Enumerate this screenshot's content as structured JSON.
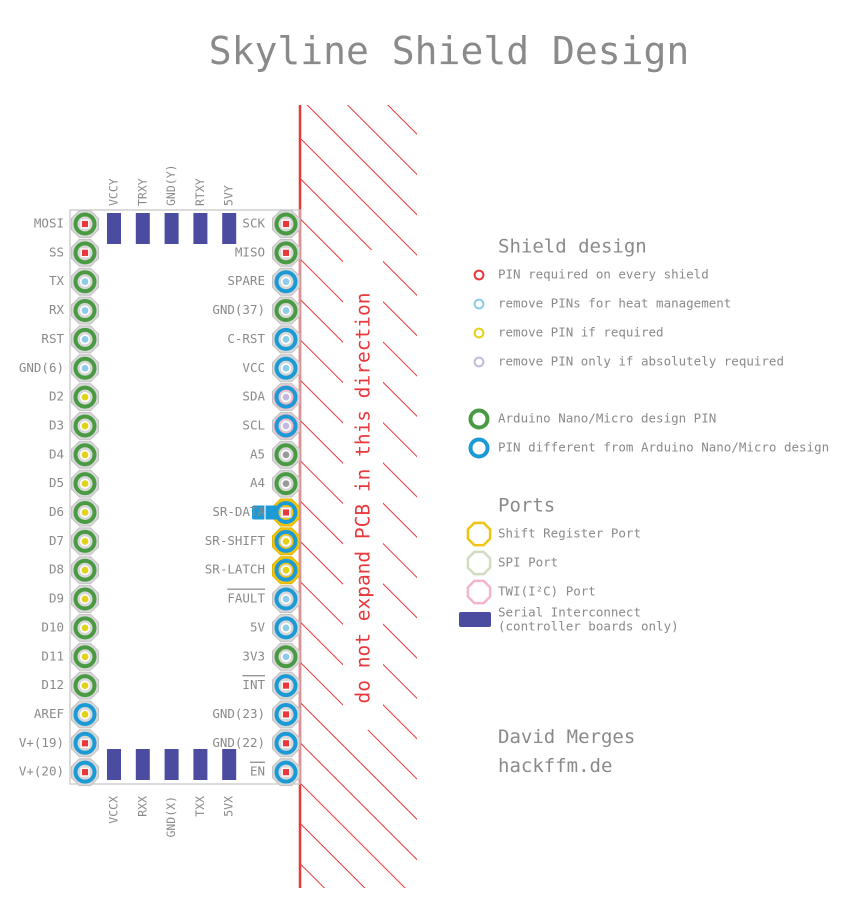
{
  "title": "Skyline Shield Design",
  "colors": {
    "gray_text": "#8a8a8a",
    "red": "#e8383b",
    "green": "#4a9a44",
    "blue": "#1c9ad6",
    "yellow": "#f1c40f",
    "sea_green_ring": "#cfdcc0",
    "pink_ring": "#f3b6c7",
    "serial_bar": "#4b4ba0",
    "light_blue": "#8ecbe8",
    "yellow_dot": "#e4d21a",
    "lavender": "#c5b8de",
    "gray_pad": "#9a9a9a"
  },
  "board": {
    "left_pins": [
      {
        "label": "MOSI",
        "ring": "green",
        "dot": "red",
        "square": true
      },
      {
        "label": "SS",
        "ring": "green",
        "dot": "red",
        "square": true
      },
      {
        "label": "TX",
        "ring": "green",
        "dot": "lightblue"
      },
      {
        "label": "RX",
        "ring": "green",
        "dot": "lightblue"
      },
      {
        "label": "RST",
        "ring": "green",
        "dot": "lightblue"
      },
      {
        "label": "GND(6)",
        "ring": "green",
        "dot": "lightblue"
      },
      {
        "label": "D2",
        "ring": "green",
        "dot": "yellow"
      },
      {
        "label": "D3",
        "ring": "green",
        "dot": "yellow"
      },
      {
        "label": "D4",
        "ring": "green",
        "dot": "yellow"
      },
      {
        "label": "D5",
        "ring": "green",
        "dot": "yellow"
      },
      {
        "label": "D6",
        "ring": "green",
        "dot": "yellow"
      },
      {
        "label": "D7",
        "ring": "green",
        "dot": "yellow"
      },
      {
        "label": "D8",
        "ring": "green",
        "dot": "yellow"
      },
      {
        "label": "D9",
        "ring": "green",
        "dot": "yellow"
      },
      {
        "label": "D10",
        "ring": "green",
        "dot": "yellow"
      },
      {
        "label": "D11",
        "ring": "green",
        "dot": "yellow"
      },
      {
        "label": "D12",
        "ring": "green",
        "dot": "yellow"
      },
      {
        "label": "AREF",
        "ring": "blue",
        "dot": "yellow"
      },
      {
        "label": "V+(19)",
        "ring": "blue",
        "dot": "red",
        "square": true
      },
      {
        "label": "V+(20)",
        "ring": "blue",
        "dot": "red",
        "square": true
      }
    ],
    "right_pins": [
      {
        "label": "SCK",
        "ring": "green",
        "dot": "red",
        "square": true
      },
      {
        "label": "MISO",
        "ring": "green",
        "dot": "red",
        "square": true
      },
      {
        "label": "SPARE",
        "ring": "blue",
        "dot": "lightblue"
      },
      {
        "label": "GND(37)",
        "ring": "green",
        "dot": "lightblue"
      },
      {
        "label": "C-RST",
        "ring": "blue",
        "dot": "lightblue"
      },
      {
        "label": "VCC",
        "ring": "blue",
        "dot": "lightblue"
      },
      {
        "label": "SDA",
        "ring": "blue",
        "dot": "lavender",
        "pinkRing": true
      },
      {
        "label": "SCL",
        "ring": "blue",
        "dot": "lavender",
        "pinkRing": true
      },
      {
        "label": "A5",
        "ring": "green",
        "dot": "gray"
      },
      {
        "label": "A4",
        "ring": "green",
        "dot": "gray"
      },
      {
        "label": "SR-DATA",
        "ring": "blue",
        "dot": "red",
        "square": true,
        "octYellow": true,
        "tab": true
      },
      {
        "label": "SR-SHIFT",
        "ring": "blue",
        "dot": "yellow",
        "octYellow": true
      },
      {
        "label": "SR-LATCH",
        "ring": "blue",
        "dot": "yellow",
        "octYellow": true
      },
      {
        "label": "FAULT",
        "ring": "blue",
        "dot": "lightblue",
        "overline": true
      },
      {
        "label": "5V",
        "ring": "blue",
        "dot": "lightblue"
      },
      {
        "label": "3V3",
        "ring": "green",
        "dot": "lightblue"
      },
      {
        "label": "INT",
        "ring": "blue",
        "dot": "red",
        "square": true,
        "overline": true
      },
      {
        "label": "GND(23)",
        "ring": "blue",
        "dot": "red",
        "square": true
      },
      {
        "label": "GND(22)",
        "ring": "blue",
        "dot": "red",
        "square": true
      },
      {
        "label": "EN",
        "ring": "blue",
        "dot": "red",
        "square": true,
        "overline": true
      }
    ],
    "top_serial": [
      "VCCY",
      "TRXY",
      "GND(Y)",
      "RTXY",
      "5VY"
    ],
    "bottom_serial": [
      "VCCX",
      "RXX",
      "GND(X)",
      "TXX",
      "5VX"
    ]
  },
  "restriction_text": "do not expand PCB in this direction",
  "legend": {
    "shield_heading": "Shield design",
    "shield_items": [
      {
        "dot": "red",
        "text": "PIN required on every shield"
      },
      {
        "dot": "lightblue",
        "text": "remove PINs for heat management"
      },
      {
        "dot": "yellow",
        "text": "remove PIN if required"
      },
      {
        "dot": "lavender",
        "text": "remove PIN only if absolutely required"
      }
    ],
    "design_items": [
      {
        "ring": "green",
        "text": "Arduino Nano/Micro design PIN"
      },
      {
        "ring": "blue",
        "text": "PIN different from Arduino Nano/Micro design"
      }
    ],
    "ports_heading": "Ports",
    "port_items": [
      {
        "shape": "yellow",
        "text": "Shift Register Port"
      },
      {
        "shape": "seagreen",
        "text": "SPI Port"
      },
      {
        "shape": "pink",
        "text": "TWI(I²C) Port"
      }
    ],
    "serial_line1": "Serial Interconnect",
    "serial_line2": "(controller boards only)"
  },
  "author": "David Merges",
  "site": "hackffm.de"
}
